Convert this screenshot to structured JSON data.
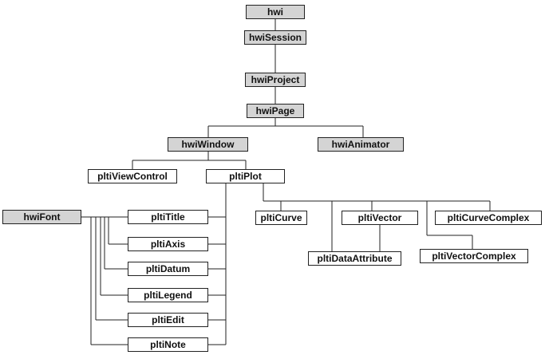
{
  "diagram": {
    "nodes": {
      "hwi": "hwi",
      "hwiSession": "hwiSession",
      "hwiProject": "hwiProject",
      "hwiPage": "hwiPage",
      "hwiWindow": "hwiWindow",
      "hwiAnimator": "hwiAnimator",
      "pltiViewControl": "pltiViewControl",
      "pltiPlot": "pltiPlot",
      "hwiFont": "hwiFont",
      "pltiTitle": "pltiTitle",
      "pltiAxis": "pltiAxis",
      "pltiDatum": "pltiDatum",
      "pltiLegend": "pltiLegend",
      "pltiEdit": "pltiEdit",
      "pltiNote": "pltiNote",
      "pltiCurve": "pltiCurve",
      "pltiVector": "pltiVector",
      "pltiCurveComplex": "pltiCurveComplex",
      "pltiDataAttribute": "pltiDataAttribute",
      "pltiVectorComplex": "pltiVectorComplex"
    },
    "shaded_nodes": [
      "hwi",
      "hwiSession",
      "hwiProject",
      "hwiPage",
      "hwiWindow",
      "hwiAnimator",
      "hwiFont"
    ],
    "colors": {
      "shaded_fill": "#d4d4d4",
      "plain_fill": "#ffffff",
      "border": "#222222"
    }
  }
}
